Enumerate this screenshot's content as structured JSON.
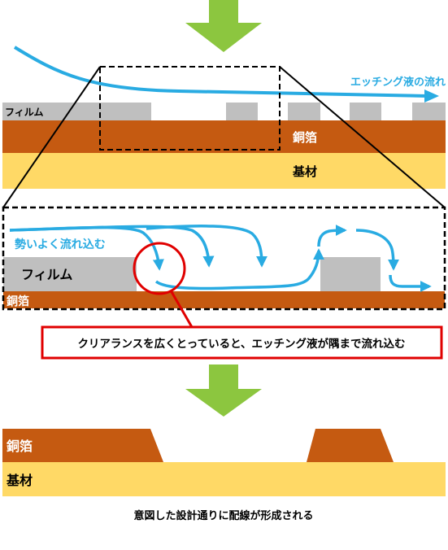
{
  "colors": {
    "arrow_green": "#8CC63F",
    "flow_blue": "#29ABE2",
    "copper": "#C55A11",
    "substrate": "#FFD966",
    "film": "#BFBFBF",
    "callout_red": "#E00000",
    "label_white": "#ffffff",
    "label_dark": "#000000"
  },
  "top": {
    "film_label": "フィルム",
    "copper_label": "銅箔",
    "substrate_label": "基材",
    "flow_label": "エッチング液の流れ"
  },
  "zoom": {
    "flow_label": "勢いよく流れ込む",
    "film_label": "フィルム",
    "copper_label": "銅箔"
  },
  "callout": {
    "text": "クリアランスを広くとっていると、エッチング液が隅まで流れ込む"
  },
  "result": {
    "copper_label": "銅箔",
    "substrate_label": "基材",
    "caption": "意図した設計通りに配線が形成される"
  }
}
